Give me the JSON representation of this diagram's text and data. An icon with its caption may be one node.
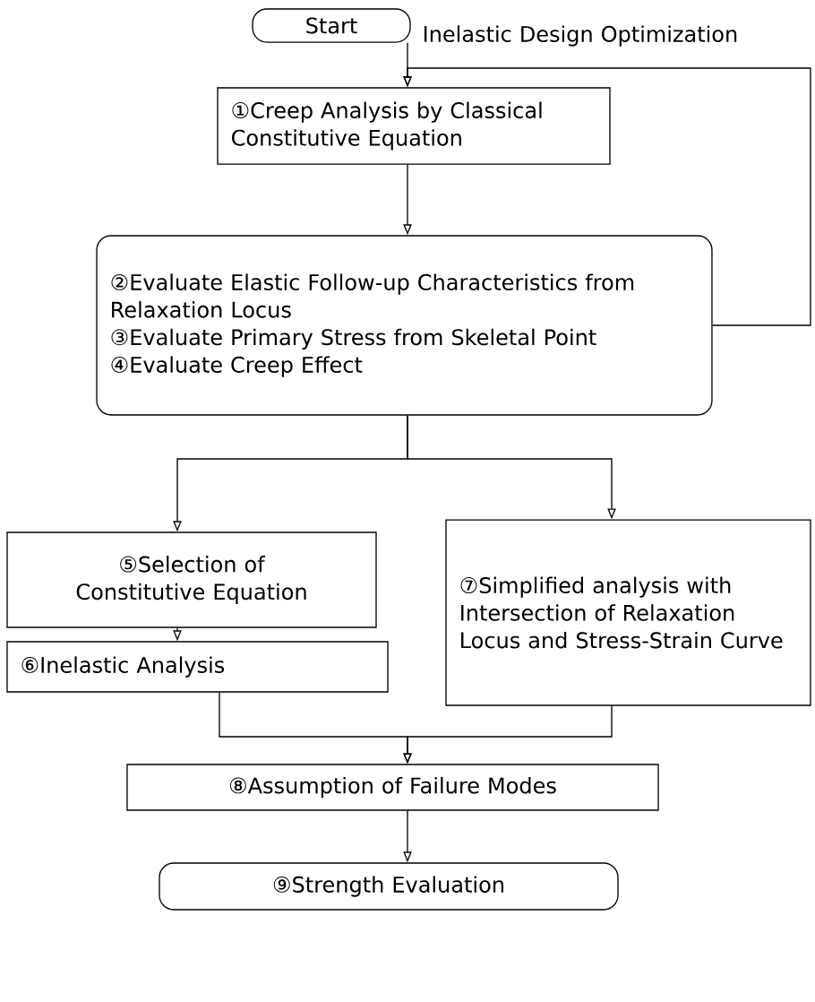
{
  "diagram": {
    "nodes": [
      {
        "text": [
          "Start"
        ]
      },
      {
        "text": [
          "①Creep Analysis by Classical Constitutive Equation"
        ]
      },
      {
        "text": [
          "②Evaluate Elastic Follow-up Characteristics from Relaxation Locus",
          "③Evaluate Primary Stress from Skeletal Point",
          "④Evaluate Creep Effect"
        ]
      },
      {
        "text": [
          "⑤Selection of Constitutive Equation"
        ]
      },
      {
        "text": [
          "⑥Inelastic Analysis"
        ]
      },
      {
        "text": [
          "⑦Simplified analysis with Intersection of Relaxation Locus and Stress-Strain Curve"
        ]
      },
      {
        "text": [
          "⑧Assumption of Failure Modes"
        ]
      },
      {
        "text": [
          "⑨Strength Evaluation"
        ]
      }
    ],
    "edges": [
      {
        "from": 0,
        "to": 1,
        "arrow": "to"
      },
      {
        "from": 1,
        "to": 2,
        "arrow": "to"
      },
      {
        "from": 2,
        "to": 1,
        "arrow": "to",
        "label": "Inelastic Design Optimization"
      },
      {
        "from": 2,
        "to": 3,
        "arrow": "to"
      },
      {
        "from": 2,
        "to": 5,
        "arrow": "to"
      },
      {
        "from": 3,
        "to": 4,
        "arrow": "to"
      },
      {
        "from": 4,
        "to": 6,
        "arrow": "to"
      },
      {
        "from": 5,
        "to": 6,
        "arrow": "to"
      },
      {
        "from": 6,
        "to": 7,
        "arrow": "to"
      }
    ]
  }
}
